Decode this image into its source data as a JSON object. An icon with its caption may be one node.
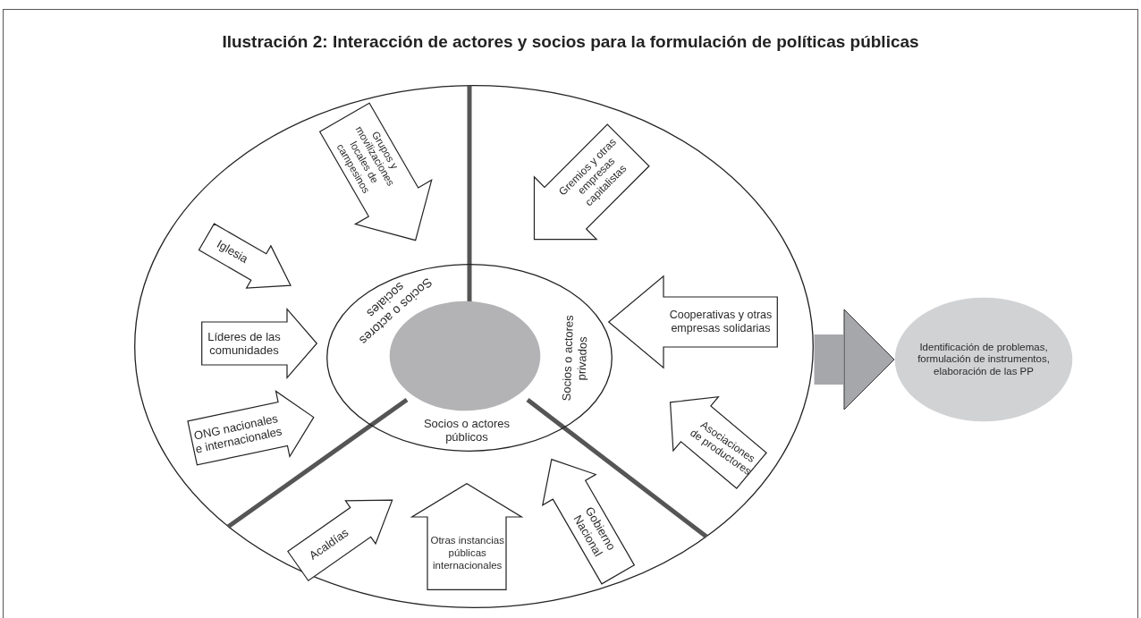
{
  "diagram": {
    "title": "Ilustración 2: Interacción de actores y socios para la formulación de políticas públicas",
    "nodes": [
      {
        "text": [],
        "shape": "circle"
      },
      {
        "text": [
          "Socios o actores sociales",
          "Socios o actores privados",
          "Socios o actores públicos"
        ],
        "in": 0
      },
      {
        "text": [],
        "shape": "circle",
        "in": 1
      },
      {
        "text": [
          "Grupos y movilizaciones locales de campesinos"
        ],
        "in": 0
      },
      {
        "text": [
          "Iglesia"
        ],
        "in": 0
      },
      {
        "text": [
          "Líderes de las comunidades"
        ],
        "in": 0
      },
      {
        "text": [
          "ONG nacionales e internacionales"
        ],
        "in": 0
      },
      {
        "text": [
          "Acaldías"
        ],
        "in": 0
      },
      {
        "text": [
          "Otras instancias públicas internacionales"
        ],
        "in": 0
      },
      {
        "text": [
          "Gobierno Nacional"
        ],
        "in": 0
      },
      {
        "text": [
          "Gremios y otras empresas capitalistas"
        ],
        "in": 0
      },
      {
        "text": [
          "Cooperativas y otras empresas solidarias"
        ],
        "in": 0
      },
      {
        "text": [
          "Asociaciones de productores"
        ],
        "in": 0
      },
      {
        "text": [
          "Identificación de problemas, formulación de instrumentos, elaboración de las PP"
        ]
      }
    ],
    "edges": [
      {
        "from": 0,
        "to": 13,
        "arrow": "to"
      }
    ]
  }
}
